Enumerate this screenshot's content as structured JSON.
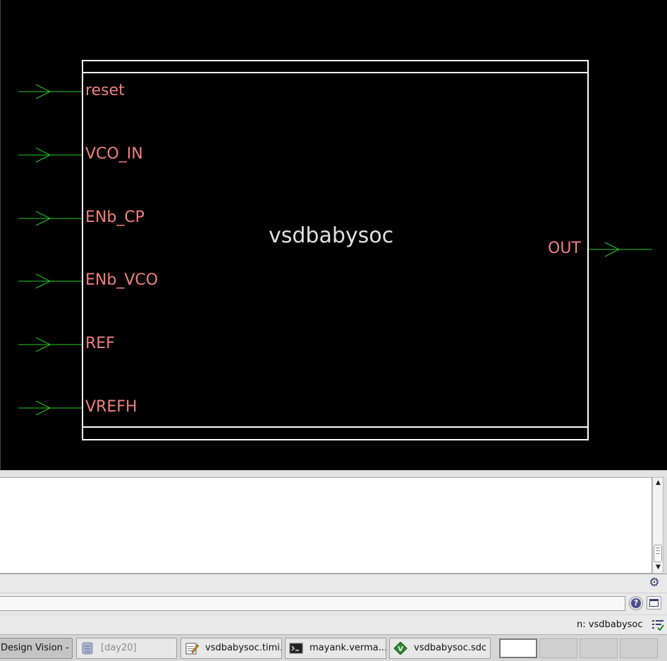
{
  "schematic": {
    "cell_name": "vsdbabysoc",
    "input_pins": [
      "reset",
      "VCO_IN",
      "ENb_CP",
      "ENb_VCO",
      "REF",
      "VREFH"
    ],
    "output_pins": [
      "OUT"
    ],
    "colors": {
      "background": "#000000",
      "box": "#ffffff",
      "wire": "#22cc22",
      "pin_label": "#f08080",
      "cell_label": "#e0e0e0"
    }
  },
  "console": {
    "text": ""
  },
  "command": {
    "value": "",
    "placeholder": ""
  },
  "toolbar": {
    "settings_icon": "gear-icon",
    "help_icon": "help-icon",
    "window_icon": "window-icon"
  },
  "status": {
    "text": "n: vsdbabysoc"
  },
  "taskbar": {
    "items": [
      {
        "label": "Design Vision - ...",
        "icon": "none",
        "state": "active"
      },
      {
        "label": "[day20]",
        "icon": "file-manager-icon",
        "state": "minimized"
      },
      {
        "label": "vsdbabysoc.timi...",
        "icon": "text-editor-icon",
        "state": "normal"
      },
      {
        "label": "mayank.verma...",
        "icon": "terminal-icon",
        "state": "normal"
      },
      {
        "label": "vsdbabysoc.sdc ...",
        "icon": "vim-icon",
        "state": "normal"
      }
    ]
  }
}
